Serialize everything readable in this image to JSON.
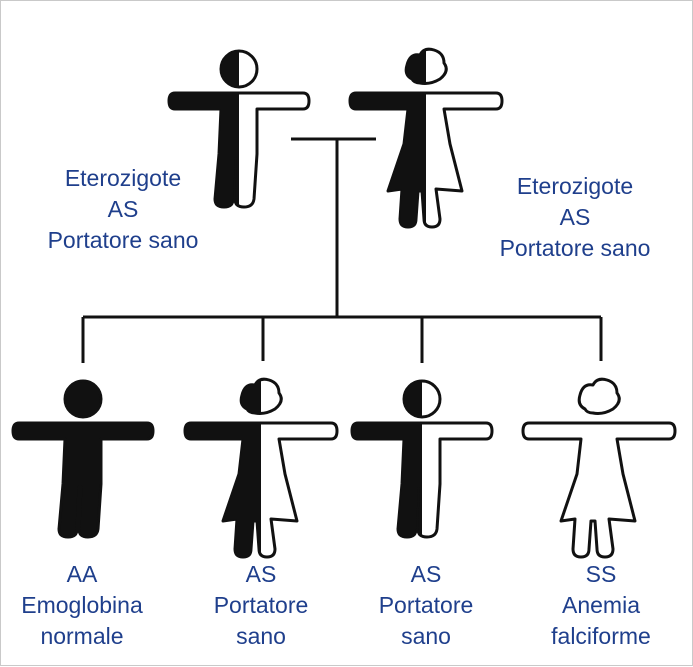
{
  "colors": {
    "ink": "#111111",
    "label": "#1f3f8c",
    "paper": "#ffffff"
  },
  "parents": [
    {
      "figure": "male-half-filled-icon",
      "lines": [
        "Eterozigote",
        "AS",
        "Portatore sano"
      ]
    },
    {
      "figure": "female-half-filled-icon",
      "lines": [
        "Eterozigote",
        "AS",
        "Portatore sano"
      ]
    }
  ],
  "children": [
    {
      "figure": "male-filled-icon",
      "genotype": "AA",
      "lines": [
        "Emoglobina",
        "normale"
      ]
    },
    {
      "figure": "female-half-filled-icon",
      "genotype": "AS",
      "lines": [
        "Portatore",
        "sano"
      ]
    },
    {
      "figure": "male-half-filled-icon",
      "genotype": "AS",
      "lines": [
        "Portatore",
        "sano"
      ]
    },
    {
      "figure": "female-outline-icon",
      "genotype": "SS",
      "lines": [
        "Anemia",
        "falciforme"
      ]
    }
  ]
}
